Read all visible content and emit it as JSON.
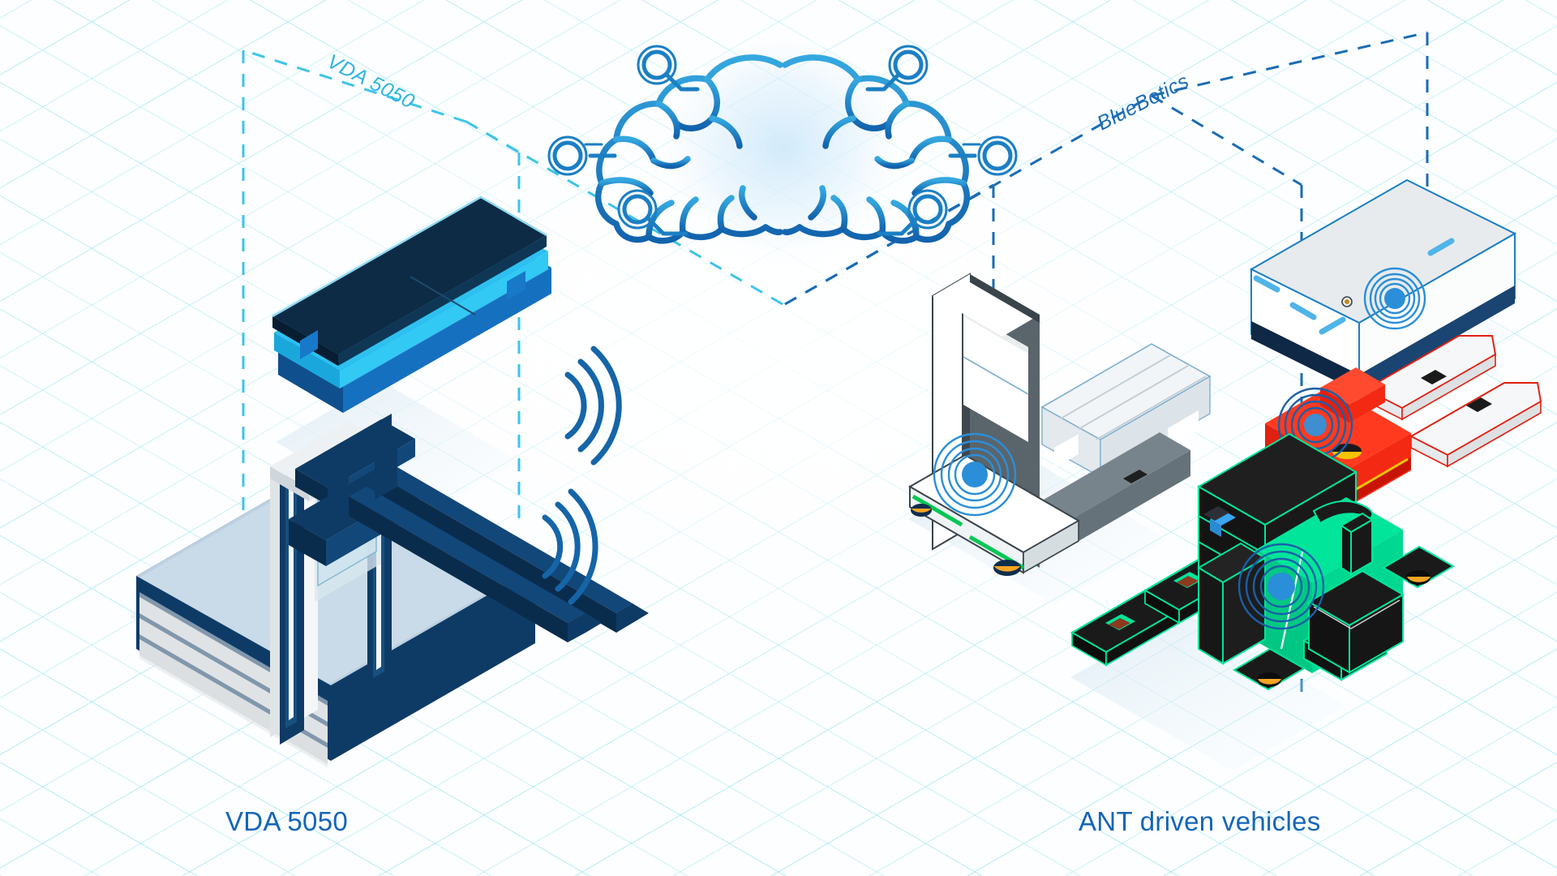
{
  "diagram": {
    "title_visible": false,
    "type": "isometric-architecture-diagram",
    "background": {
      "color": "#fcfeff",
      "grid": "isometric-diamond-grid",
      "grid_color": "#78dceb"
    },
    "central_node": {
      "icon": "brain-circuit-icon",
      "color": "#1b7fc4",
      "glow_color": "#d8eefb",
      "node_count": 6
    },
    "branches": [
      {
        "id": "vda",
        "label": "VDA 5050",
        "label_color": "#2cb6e0",
        "line_color": "#3fc4e8",
        "line_style": "dashed",
        "side": "left"
      },
      {
        "id": "bluebotics",
        "label": "BlueBotics",
        "label_color": "#1a6cb5",
        "line_color": "#1a6cb5",
        "line_style": "dashed",
        "side": "right"
      }
    ],
    "captions": [
      {
        "id": "caption-left",
        "text": "VDA 5050",
        "color": "#1565b8"
      },
      {
        "id": "caption-right",
        "text": "ANT driven vehicles",
        "color": "#1565b8"
      }
    ],
    "vehicles": [
      {
        "id": "agv-platform",
        "name": "blue-agv-platform",
        "group": "VDA 5050",
        "colors": [
          "#0d2b45",
          "#169ee0",
          "#1566b0"
        ],
        "signal": "wifi-arcs"
      },
      {
        "id": "forklift",
        "name": "navy-counterbalance-forklift",
        "group": "VDA 5050",
        "colors": [
          "#0e3b66",
          "#d8dde0",
          "#c6d6e4"
        ],
        "signal": "wifi-arcs"
      },
      {
        "id": "pallet-stacker",
        "name": "white-pallet-stacker",
        "group": "ANT driven vehicles",
        "colors": [
          "#ffffff",
          "#52616b",
          "#00c853"
        ],
        "signal": "ant-scanner"
      },
      {
        "id": "box-agv",
        "name": "white-box-agv",
        "group": "ANT driven vehicles",
        "colors": [
          "#ffffff",
          "#e6e9eb",
          "#13365c"
        ],
        "signal": "ant-scanner"
      },
      {
        "id": "red-pallet-truck",
        "name": "red-pallet-truck",
        "group": "ANT driven vehicles",
        "colors": [
          "#f42914",
          "#ffffff",
          "#f5c400"
        ],
        "signal": "ant-scanner"
      },
      {
        "id": "green-pallet-truck",
        "name": "green-pallet-truck",
        "group": "ANT driven vehicles",
        "colors": [
          "#00e59a",
          "#1a1a1a",
          "#2196f3"
        ],
        "signal": "ant-scanner"
      }
    ],
    "accent_colors": {
      "cyan": "#3fc4e8",
      "blue": "#1a6cb5",
      "navy": "#0e3b66",
      "caption_blue": "#1565b8",
      "green": "#00e59a",
      "red": "#f42914",
      "scanner_blue": "#2a8fd8"
    }
  }
}
